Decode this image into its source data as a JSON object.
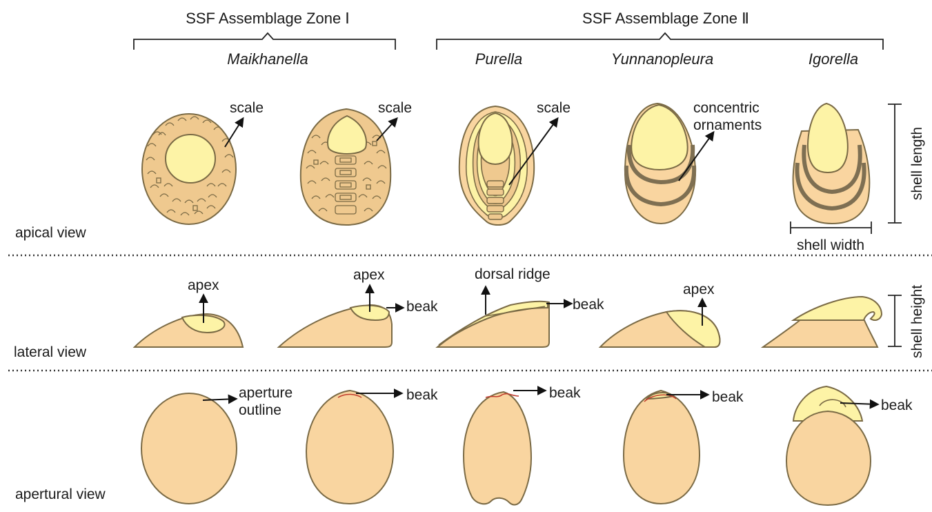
{
  "zones": {
    "zone1": "SSF Assemblage Zone Ⅰ",
    "zone2": "SSF Assemblage Zone Ⅱ"
  },
  "genera": {
    "maikhanella": "Maikhanella",
    "purella": "Purella",
    "yunnanopleura": "Yunnanopleura",
    "igorella": "Igorella"
  },
  "views": {
    "apical": "apical view",
    "lateral": "lateral view",
    "apertural": "apertural view"
  },
  "labels": {
    "scale": "scale",
    "concentric_1": "concentric",
    "concentric_2": "ornaments",
    "apex": "apex",
    "beak": "beak",
    "dorsal_ridge": "dorsal ridge",
    "aperture_1": "aperture",
    "aperture_2": "outline",
    "shell_length": "shell length",
    "shell_width": "shell width",
    "shell_height": "shell height"
  },
  "colors": {
    "shell": "#f9d5a0",
    "apex": "#fdf3a6",
    "outline": "#7a6a45"
  }
}
